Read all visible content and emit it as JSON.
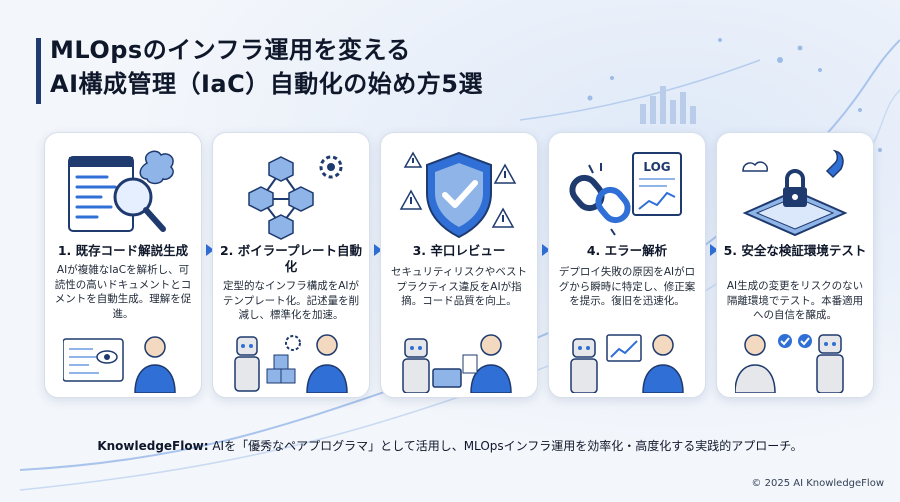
{
  "title": {
    "line1": "MLOpsのインフラ運用を変える",
    "line2": "AI構成管理（IaC）自動化の始め方5選"
  },
  "cards": [
    {
      "title": "1. 既存コード解説生成",
      "desc": "AIが複雑なIaCを解析し、可読性の高いドキュメントとコメントを自動生成。理解を促進。"
    },
    {
      "title": "2. ボイラープレート自動化",
      "desc": "定型的なインフラ構成をAIがテンプレート化。記述量を削減し、標準化を加速。"
    },
    {
      "title": "3. 辛口レビュー",
      "desc": "セキュリティリスクやベストプラクティス違反をAIが指摘。コード品質を向上。"
    },
    {
      "title": "4. エラー解析",
      "desc": "デプロイ失敗の原因をAIがログから瞬時に特定し、修正案を提示。復旧を迅速化。"
    },
    {
      "title": "5. 安全な検証環境テスト",
      "desc": "AI生成の変更をリスクのない隔離環境でテスト。本番適用への自信を醸成。"
    }
  ],
  "icon_labels": {
    "log": "LOG"
  },
  "footer": {
    "brand": "KnowledgeFlow:",
    "text": " AIを「優秀なペアプログラマ」として活用し、MLOpsインフラ運用を効率化・高度化する実践的アプローチ。"
  },
  "copyright": "© 2025 AI KnowledgeFlow",
  "colors": {
    "accent": "#2f6fd6",
    "navy": "#1e3a6e",
    "light_blue": "#8fb4e8"
  }
}
